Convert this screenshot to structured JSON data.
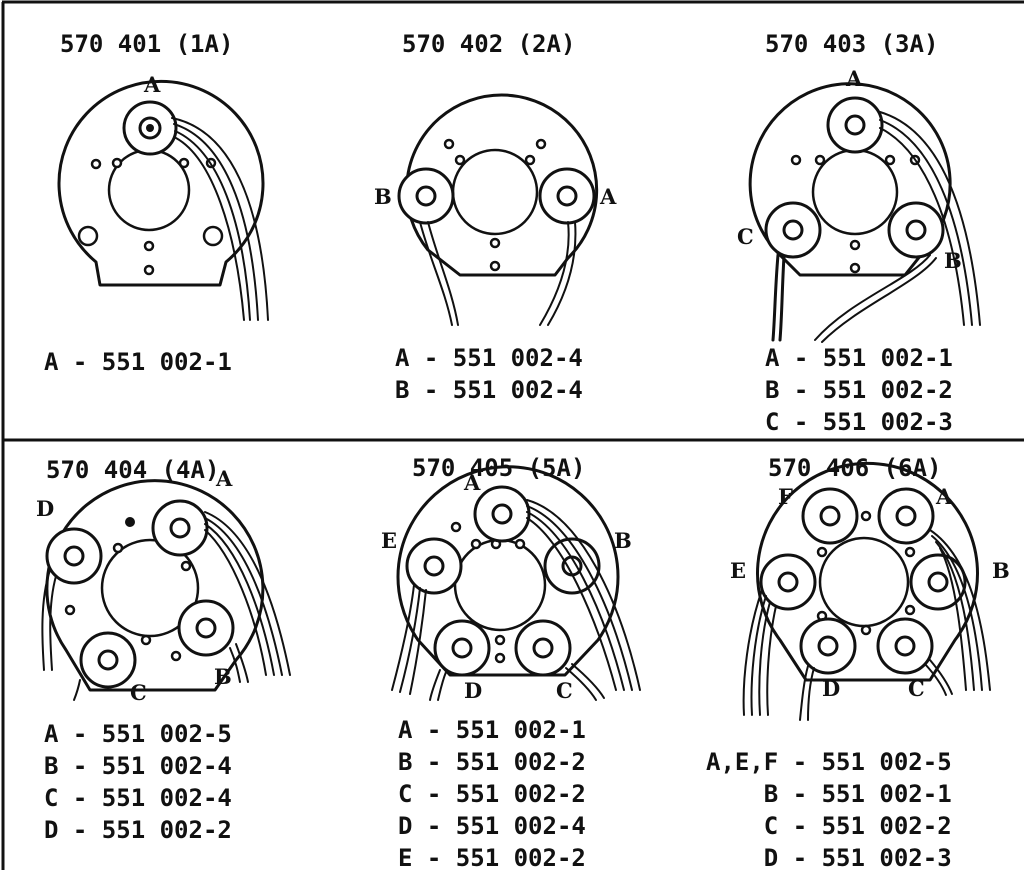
{
  "panels": [
    {
      "title": "570 401 (1A)",
      "labels": [
        "A"
      ],
      "legend": [
        "A - 551 002-1"
      ]
    },
    {
      "title": "570 402 (2A)",
      "labels": [
        "A",
        "B"
      ],
      "legend": [
        "A - 551 002-4",
        "B - 551 002-4"
      ]
    },
    {
      "title": "570 403 (3A)",
      "labels": [
        "A",
        "B",
        "C"
      ],
      "legend": [
        "A - 551 002-1",
        "B - 551 002-2",
        "C - 551 002-3"
      ]
    },
    {
      "title": "570 404 (4A)",
      "labels": [
        "A",
        "B",
        "C",
        "D"
      ],
      "legend": [
        "A - 551 002-5",
        "B - 551 002-4",
        "C - 551 002-4",
        "D - 551 002-2"
      ]
    },
    {
      "title": "570 405 (5A)",
      "labels": [
        "A",
        "B",
        "C",
        "D",
        "E"
      ],
      "legend": [
        "A - 551 002-1",
        "B - 551 002-2",
        "C - 551 002-2",
        "D - 551 002-4",
        "E - 551 002-2"
      ]
    },
    {
      "title": "570 406 (6A)",
      "labels": [
        "A",
        "B",
        "C",
        "D",
        "E",
        "F"
      ],
      "legend": [
        "A,E,F - 551 002-5",
        "    B - 551 002-1",
        "    C - 551 002-2",
        "    D - 551 002-3"
      ]
    }
  ]
}
